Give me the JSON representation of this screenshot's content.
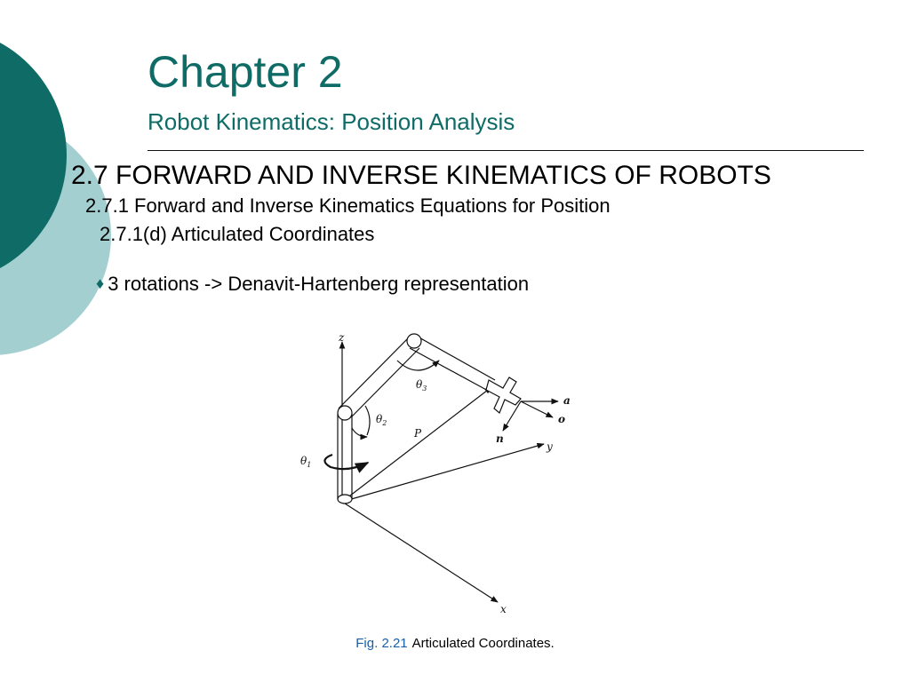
{
  "colors": {
    "teal_dark": "#0f6b66",
    "teal_light": "#a3cfd1",
    "caption_blue": "#1a5fa8"
  },
  "header": {
    "title": "Chapter 2",
    "subtitle": "Robot Kinematics: Position Analysis"
  },
  "content": {
    "section": "2.7 FORWARD AND INVERSE KINEMATICS OF ROBOTS",
    "subsection": "2.7.1 Forward and Inverse Kinematics Equations for Position",
    "subsubsection": "2.7.1(d) Articulated Coordinates",
    "bullet_icon": "diamond-icon",
    "bullet": "3 rotations -> Denavit-Hartenberg representation"
  },
  "figure": {
    "labels": {
      "z": "z",
      "y": "y",
      "x": "x",
      "theta1": "θ",
      "theta1_sub": "1",
      "theta2": "θ",
      "theta2_sub": "2",
      "theta3": "θ",
      "theta3_sub": "3",
      "P": "P",
      "a": "a",
      "o": "o",
      "n": "n"
    },
    "caption_number": "Fig. 2.21",
    "caption_text": "Articulated Coordinates."
  }
}
